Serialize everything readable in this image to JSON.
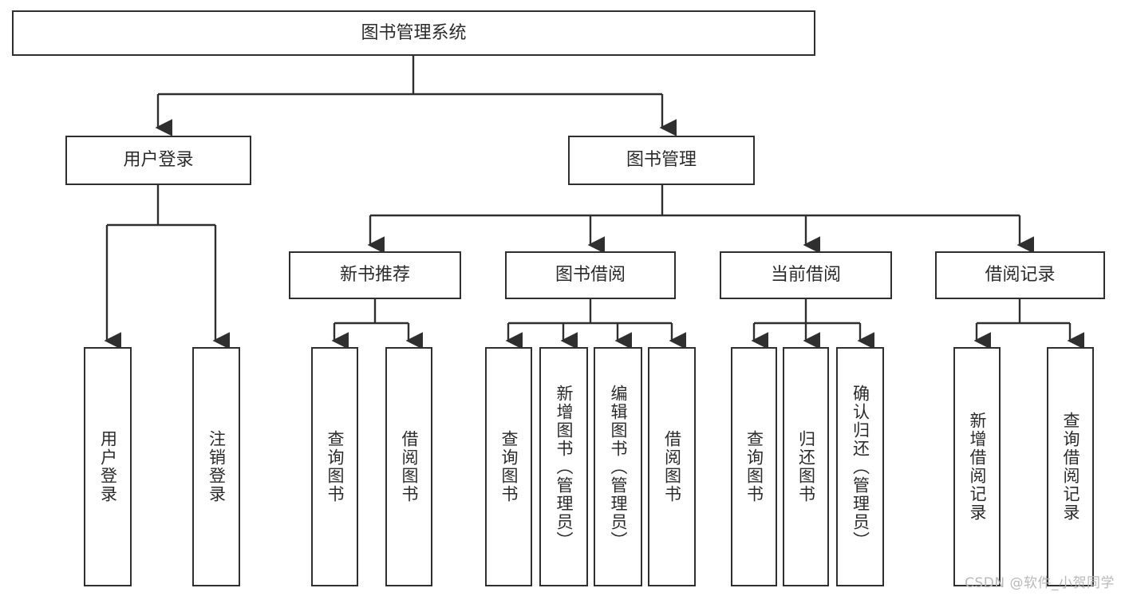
{
  "diagram": {
    "type": "tree-hierarchy",
    "title": "图书管理系统",
    "root": {
      "label": "图书管理系统"
    },
    "level2": [
      {
        "label": "用户登录"
      },
      {
        "label": "图书管理"
      }
    ],
    "level3": [
      {
        "label": "新书推荐",
        "parent": "图书管理"
      },
      {
        "label": "图书借阅",
        "parent": "图书管理"
      },
      {
        "label": "当前借阅",
        "parent": "图书管理"
      },
      {
        "label": "借阅记录",
        "parent": "图书管理"
      }
    ],
    "leaves": {
      "user_login": [
        {
          "label": "用户登录"
        },
        {
          "label": "注销登录"
        }
      ],
      "new_book_recommend": [
        {
          "label": "查询图书"
        },
        {
          "label": "借阅图书"
        }
      ],
      "book_borrow": [
        {
          "label": "查询图书"
        },
        {
          "label": "新增图书（管理员）"
        },
        {
          "label": "编辑图书（管理员）"
        },
        {
          "label": "借阅图书"
        }
      ],
      "current_borrow": [
        {
          "label": "查询图书"
        },
        {
          "label": "归还图书"
        },
        {
          "label": "确认归还（管理员）"
        }
      ],
      "borrow_records": [
        {
          "label": "新增借阅记录"
        },
        {
          "label": "查询借阅记录"
        }
      ]
    }
  },
  "watermark": {
    "text": "CSDN @软件_小贺同学"
  },
  "colors": {
    "border": "#2f2f2f",
    "text": "#2b2b2b",
    "background": "#ffffff",
    "watermark": "#b9b9b9"
  }
}
